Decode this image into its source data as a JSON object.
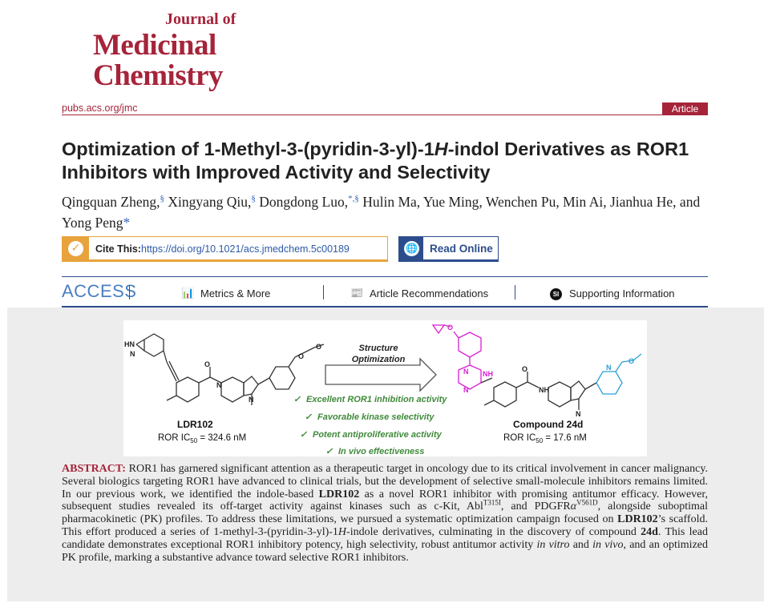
{
  "journal": {
    "line1": "Journal of",
    "line2": "Medicinal",
    "line3": "Chemistry"
  },
  "site_url": "pubs.acs.org/jmc",
  "article_type": "Article",
  "title": {
    "part1": "Optimization of 1-Methyl-3-(pyridin-3-yl)-1",
    "italic_h": "H",
    "part2": "-indol Derivatives as ROR1 Inhibitors with Improved Activity and Selectivity"
  },
  "authors": {
    "a1": "Qingquan Zheng,",
    "a1_sup": "§",
    "a2": " Xingyang Qiu,",
    "a2_sup": "§",
    "a3": " Dongdong Luo,",
    "a3_sup": "*,§",
    "rest": " Hulin Ma, Yue Ming, Wenchen Pu, Min Ai, Jianhua He, and Yong Peng",
    "last_sup": "*"
  },
  "cite": {
    "label": "Cite This:",
    "link": "https://doi.org/10.1021/acs.jmedchem.5c00189",
    "icon": "check-icon"
  },
  "read_online": {
    "label": "Read Online",
    "icon": "globe-icon"
  },
  "access_bar": {
    "access_label": "ACCESS",
    "metrics": "Metrics & More",
    "recommendations": "Article Recommendations",
    "supporting": "Supporting Information",
    "si_badge": "SI"
  },
  "graphic": {
    "left_name": "LDR102",
    "left_ic_prefix": "ROR IC",
    "left_ic_sub": "50",
    "left_ic_value": " = 324.6 nM",
    "right_name": "Compound 24d",
    "right_ic_prefix": "ROR IC",
    "right_ic_sub": "50",
    "right_ic_value": " = 17.6 nM",
    "arrow_line1": "Structure",
    "arrow_line2": "Optimization",
    "benefits": [
      "Excellent ROR1 inhibition activity",
      "Favorable kinase selectivity",
      "Potent antiproliferative activity",
      "In vivo effectiveness"
    ],
    "check": "✓",
    "atom_labels": {
      "hn": "HN",
      "n": "N",
      "o": "O",
      "nh": "NH"
    },
    "colors": {
      "magenta": "#d81fd0",
      "cyan": "#2a9fd6",
      "green": "#3f8a3a"
    }
  },
  "abstract": {
    "label": "ABSTRACT:",
    "t1": " ROR1 has garnered significant attention as a therapeutic target in oncology due to its critical involvement in cancer malignancy. Several biologics targeting ROR1 have advanced to clinical trials, but the development of selective small-molecule inhibitors remains limited. In our previous work, we identified the indole-based ",
    "b1": "LDR102",
    "t2": " as a novel ROR1 inhibitor with promising antitumor efficacy. However, subsequent studies revealed its off-target activity against kinases such as c-Kit, Abl",
    "sup1": "T315I",
    "t3": ", and PDGFR",
    "alpha": "α",
    "sup2": "V561D",
    "t4": ", alongside suboptimal pharmacokinetic (PK) profiles. To address these limitations, we pursued a systematic optimization campaign focused on ",
    "b2": "LDR102",
    "t5": "’s scaffold. This effort produced a series of 1-methyl-3-(pyridin-3-yl)-1",
    "i1": "H",
    "t6": "-indole derivatives, culminating in the discovery of compound ",
    "b3": "24d",
    "t7": ". This lead candidate demonstrates exceptional ROR1 inhibitory potency, high selectivity, robust antitumor activity ",
    "i2": "in vitro",
    "t8": " and ",
    "i3": "in vivo",
    "t9": ", and an optimized PK profile, marking a substantive advance toward selective ROR1 inhibitors."
  }
}
